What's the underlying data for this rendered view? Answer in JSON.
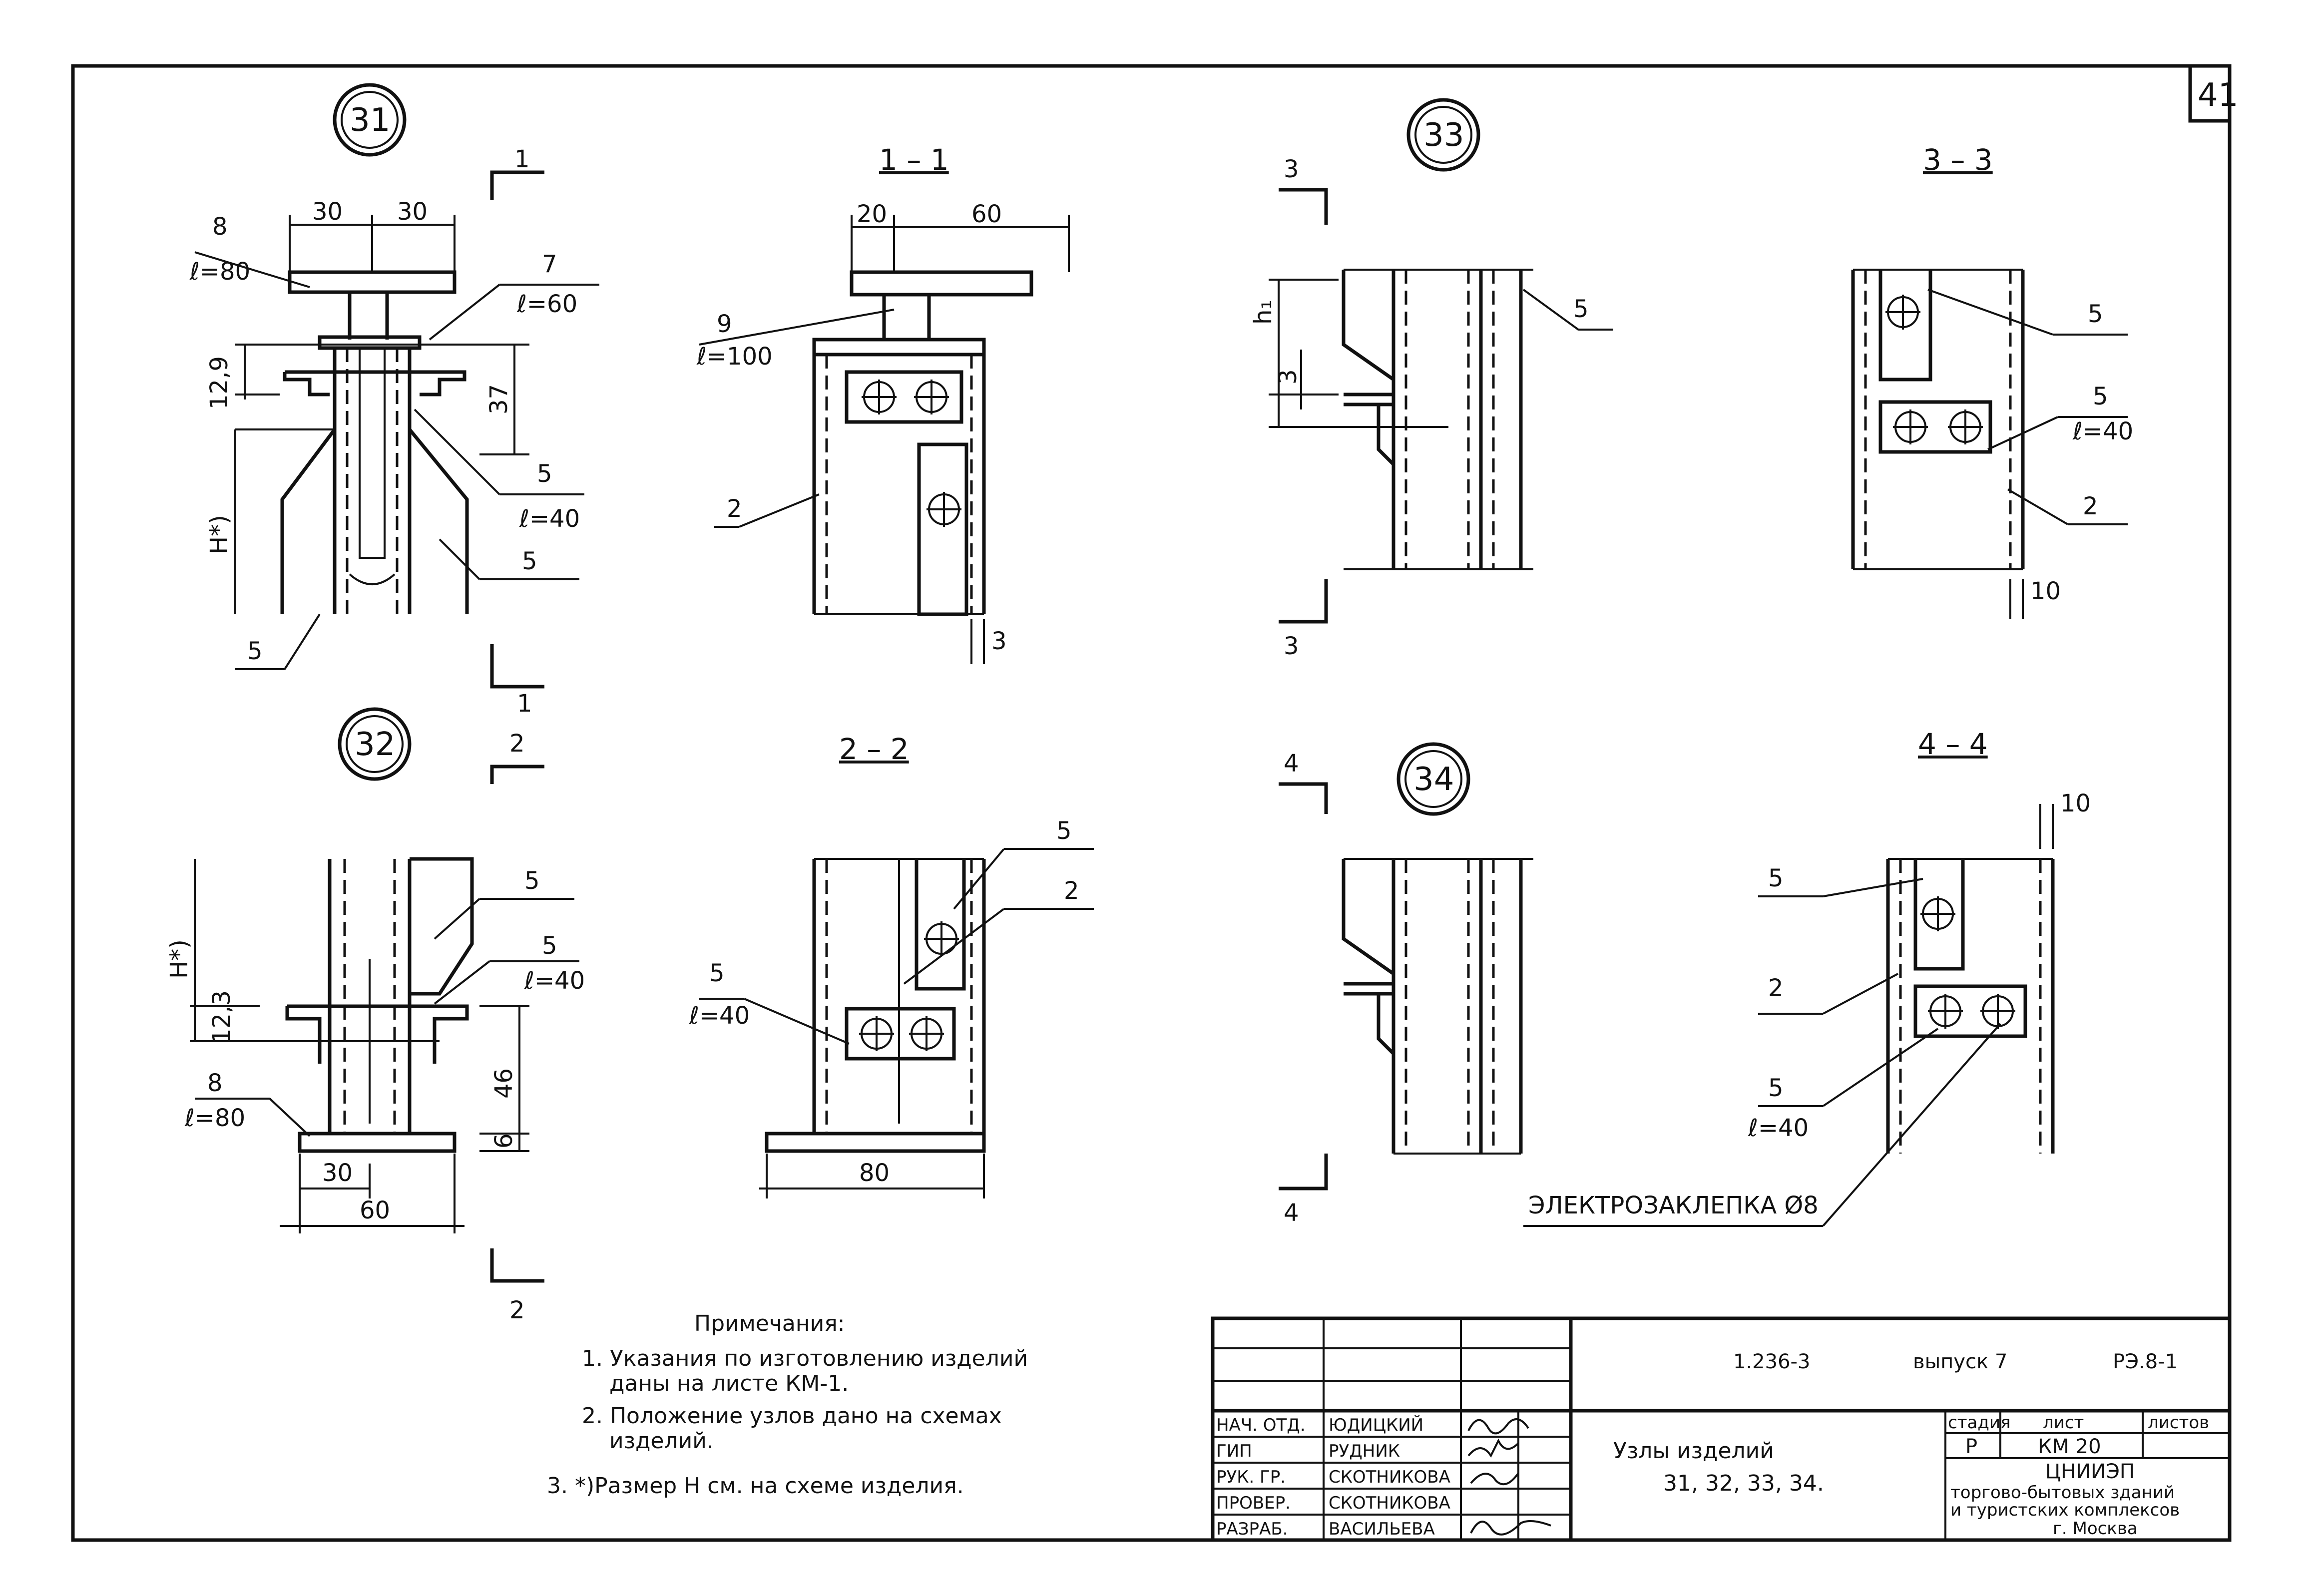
{
  "sheet_number": "41",
  "views": {
    "n31": "31",
    "n32": "32",
    "n33": "33",
    "n34": "34",
    "s11": "1 – 1",
    "s22": "2 – 2",
    "s33": "3 – 3",
    "s44": "4 – 4"
  },
  "cut_marks": {
    "c1": "1",
    "c2": "2",
    "c3": "3",
    "c4": "4"
  },
  "labels": {
    "p8": "8",
    "l80": "ℓ=80",
    "p7": "7",
    "l60": "ℓ=60",
    "p9": "9",
    "l100": "ℓ=100",
    "p5": "5",
    "l40": "ℓ=40",
    "p2": "2",
    "h": "H*)",
    "h1": "h₁"
  },
  "dims": {
    "d30": "30",
    "d20": "20",
    "d60": "60",
    "d129": "12,9",
    "d37": "37",
    "d3": "3",
    "d123": "12,3",
    "d46": "46",
    "d6": "6",
    "d80": "80",
    "d10": "10"
  },
  "rivet_note": "ЭЛЕКТРОЗАКЛЕПКА Ø8",
  "notes": {
    "title": "Примечания:",
    "n1a": "1. Указания по изготовлению изделий",
    "n1b": "даны на листе КМ-1.",
    "n2a": "2. Положение узлов дано на схемах",
    "n2b": "изделий.",
    "n3": "3. *)Размер H см. на схеме изделия."
  },
  "title_block": {
    "code": "1.236-3",
    "issue": "выпуск 7",
    "ref": "РЭ.8-1",
    "name_line1": "Узлы изделий",
    "name_line2": "31, 32, 33, 34.",
    "stage_h": "стадия",
    "sheet_h": "лист",
    "sheets_h": "листов",
    "stage": "Р",
    "sheet": "КМ 20",
    "org1": "ЦНИИЭП",
    "org2": "торгово-бытовых зданий",
    "org3": "и туристских комплексов",
    "org4": "г. Москва",
    "staff": [
      {
        "role": "НАЧ. ОТД.",
        "name": "ЮДИЦКИЙ"
      },
      {
        "role": "ГИП",
        "name": "РУДНИК"
      },
      {
        "role": "РУК. ГР.",
        "name": "СКОТНИКОВА"
      },
      {
        "role": "ПРОВЕР.",
        "name": "СКОТНИКОВА"
      },
      {
        "role": "РАЗРАБ.",
        "name": "ВАСИЛЬЕВА"
      }
    ]
  }
}
